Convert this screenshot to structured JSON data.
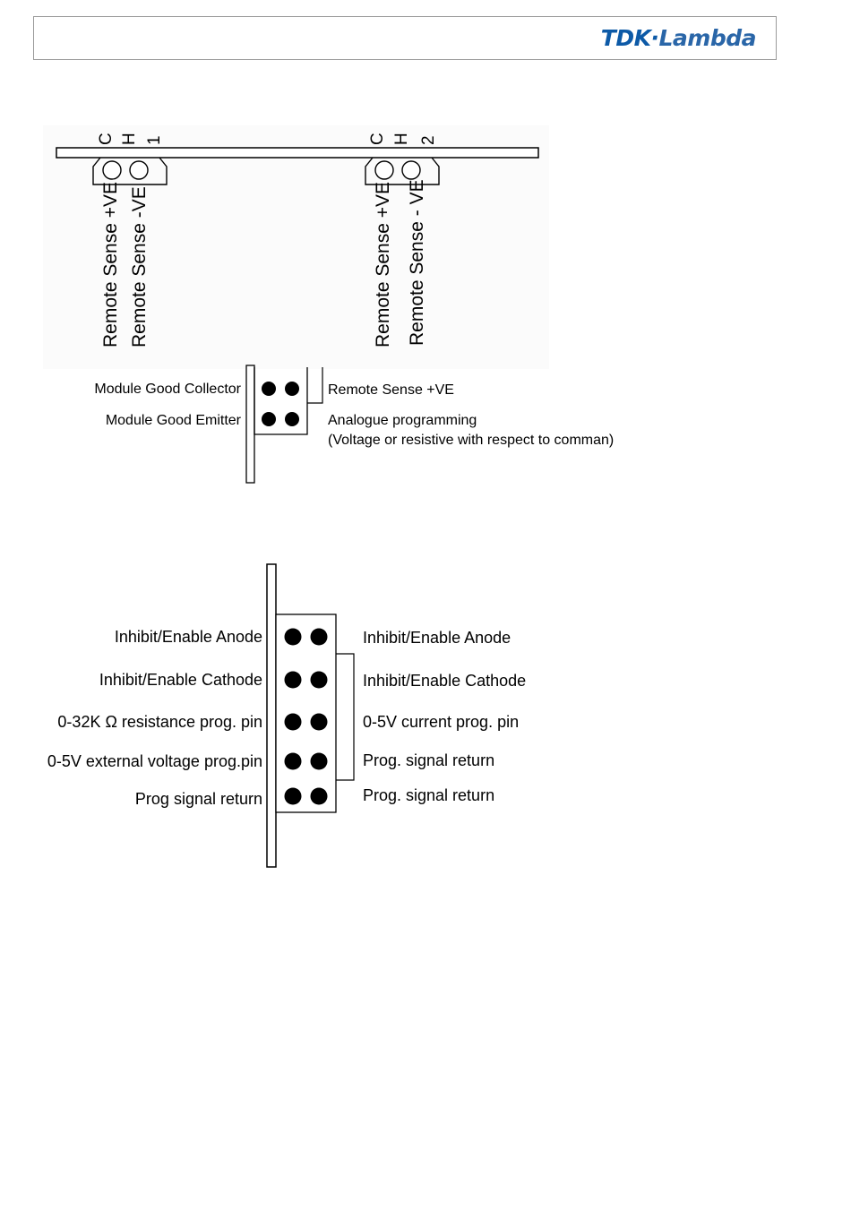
{
  "header": {
    "brand_tdk": "TDK",
    "brand_dot": "·",
    "brand_lambda": "Lambda"
  },
  "top_diagram": {
    "channel1": {
      "letters": [
        "C",
        "H",
        "1"
      ],
      "sense_pos": "Remote Sense +VE",
      "sense_neg": "Remote Sense -VE"
    },
    "channel2": {
      "letters": [
        "C",
        "H",
        "2"
      ],
      "sense_pos": "Remote Sense +VE",
      "sense_neg": "Remote Sense - VE"
    },
    "left_labels": [
      "Module Good Collector",
      "Module Good Emitter"
    ],
    "right_labels": [
      "Remote Sense +VE",
      "Analogue programming"
    ],
    "right_note": "(Voltage or resistive with respect to comman)"
  },
  "bottom_connector": {
    "left_labels": [
      "Inhibit/Enable Anode",
      "Inhibit/Enable Cathode",
      "0-32K Ω resistance prog. pin",
      "0-5V external voltage prog.pin",
      "Prog signal return"
    ],
    "right_labels": [
      "Inhibit/Enable Anode",
      "Inhibit/Enable Cathode",
      "0-5V current prog. pin",
      "Prog. signal return",
      "Prog. signal return"
    ]
  }
}
